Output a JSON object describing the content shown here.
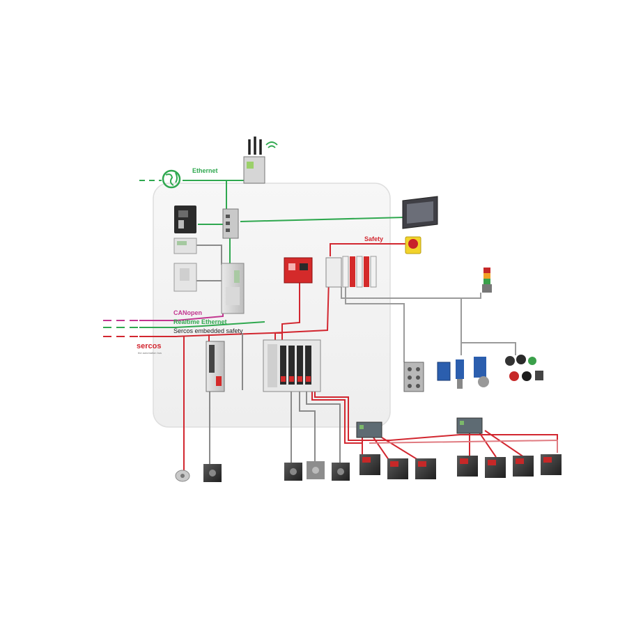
{
  "labels": {
    "ethernet": "Ethernet",
    "safety": "Safety",
    "canopen": "CANopen",
    "realtime_ethernet": "Realtime Ethernet",
    "sercos_safety": "Sercos embedded safety",
    "sercos_logo": "sercos",
    "sercos_tagline": "the automation bus"
  },
  "colors": {
    "ethernet": "#2fa84f",
    "canopen": "#c2358f",
    "sercos": "#d2262f",
    "neutral": "#8a8a8a",
    "cabinet_fill": "#f3f3f3",
    "cabinet_stroke": "#dedede"
  },
  "icons": {
    "globe": "globe-icon",
    "wifi": "wifi-icon"
  }
}
